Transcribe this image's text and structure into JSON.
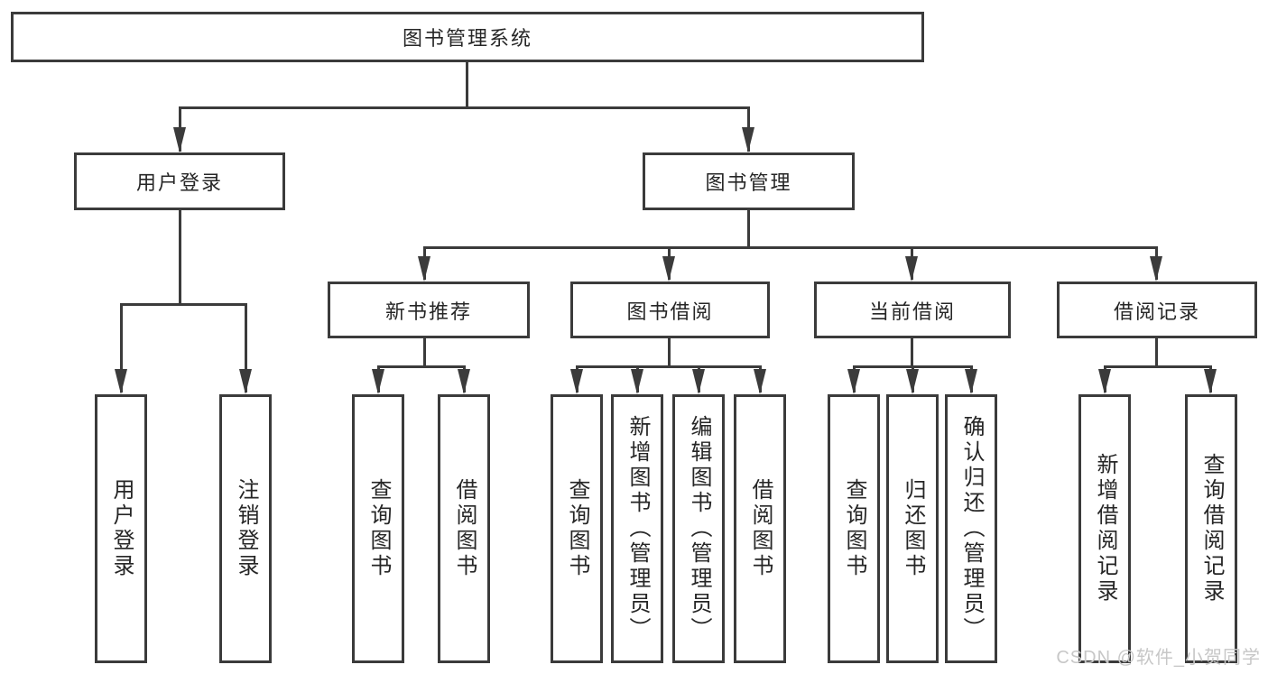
{
  "colors": {
    "canvas_bg": "#ffffff",
    "box_bg": "#ffffff",
    "line": "#3b3b3b",
    "text": "#262626",
    "watermark": "#c7c7c7"
  },
  "tree": {
    "root": "图书管理系统",
    "branches": [
      {
        "label": "用户登录",
        "leaves": [
          "用户登录",
          "注销登录"
        ]
      },
      {
        "label": "图书管理",
        "groups": [
          {
            "label": "新书推荐",
            "leaves": [
              "查询图书",
              "借阅图书"
            ]
          },
          {
            "label": "图书借阅",
            "leaves": [
              "查询图书",
              "新增图书（管理员）",
              "编辑图书（管理员）",
              "借阅图书"
            ]
          },
          {
            "label": "当前借阅",
            "leaves": [
              "查询图书",
              "归还图书",
              "确认归还（管理员）"
            ]
          },
          {
            "label": "借阅记录",
            "leaves": [
              "新增借阅记录",
              "查询借阅记录"
            ]
          }
        ]
      }
    ]
  },
  "watermark": "CSDN @软件_小贺同学"
}
